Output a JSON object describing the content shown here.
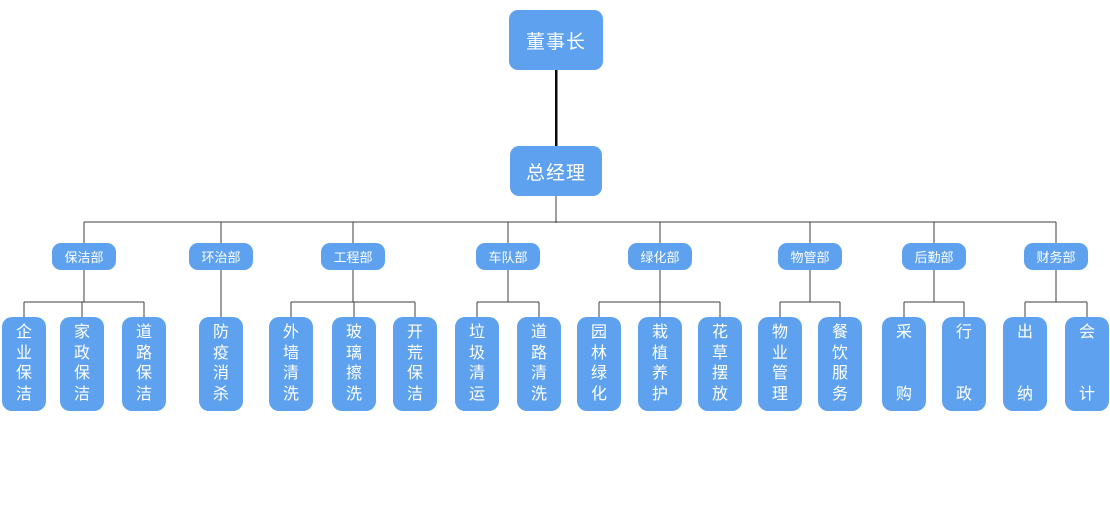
{
  "colors": {
    "node": "#5EA2EF",
    "node_text": "#FFFFFF",
    "line": "#3F3F3F",
    "trunk": "#0A0A0A",
    "background": "#FFFFFF"
  },
  "org": {
    "chairman": {
      "label": "董事长"
    },
    "general_manager": {
      "label": "总经理"
    },
    "departments": [
      {
        "label": "保洁部",
        "children": [
          "企业保洁",
          "家政保洁",
          "道路保洁"
        ]
      },
      {
        "label": "环治部",
        "children": [
          "防疫消杀"
        ]
      },
      {
        "label": "工程部",
        "children": [
          "外墙清洗",
          "玻璃擦洗",
          "开荒保洁"
        ]
      },
      {
        "label": "车队部",
        "children": [
          "垃圾清运",
          "道路清洗"
        ]
      },
      {
        "label": "绿化部",
        "children": [
          "园林绿化",
          "栽植养护",
          "花草摆放"
        ]
      },
      {
        "label": "物管部",
        "children": [
          "物业管理",
          "餐饮服务"
        ]
      },
      {
        "label": "后勤部",
        "children": [
          "采购",
          "行政"
        ]
      },
      {
        "label": "财务部",
        "children": [
          "出纳",
          "会计"
        ]
      }
    ]
  }
}
